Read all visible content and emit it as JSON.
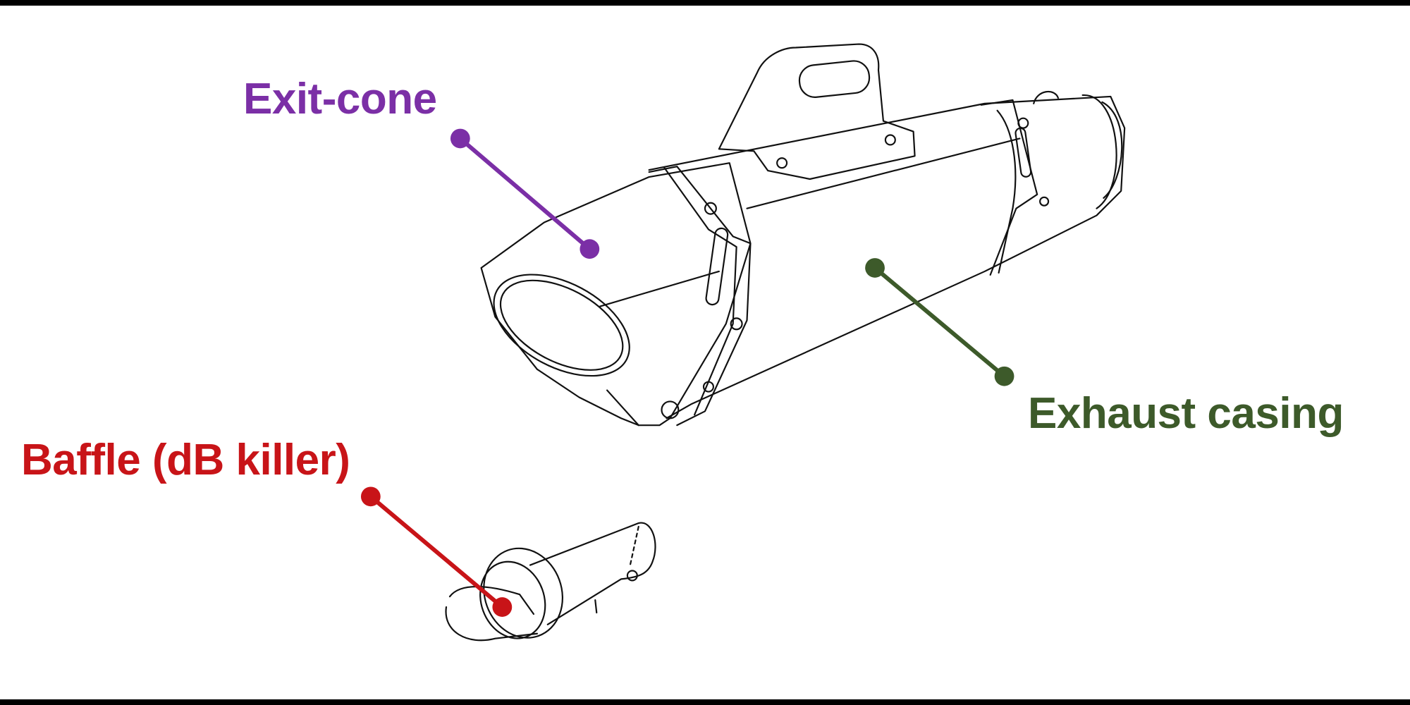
{
  "callouts": {
    "exit_cone": {
      "label": "Exit-cone",
      "color": "#7b2fa6"
    },
    "exhaust_casing": {
      "label": "Exhaust casing",
      "color": "#3d5a2a"
    },
    "baffle": {
      "label": "Baffle (dB killer)",
      "color": "#c81418"
    }
  },
  "line_color": "#111111",
  "background": "#ffffff",
  "frame_color": "#000000"
}
